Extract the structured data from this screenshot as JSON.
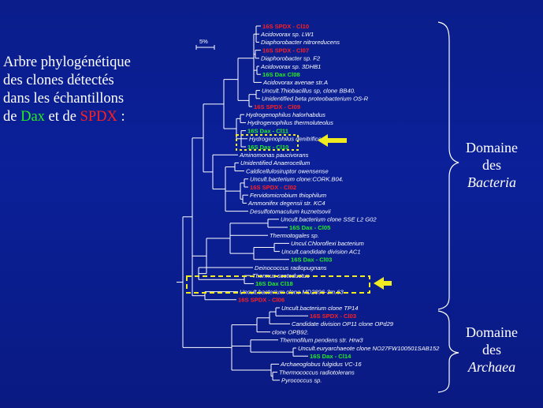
{
  "title": {
    "line1": "Arbre phylogénétique",
    "line2": "des clones détectés",
    "line3": "dans les échantillons",
    "line4_prefix": "de ",
    "line4_dax": "Dax",
    "line4_mid": " et de ",
    "line4_spdx": "SPDX",
    "line4_suffix": " :"
  },
  "scale_label": "5%",
  "domains": {
    "bacteria": {
      "line1": "Domaine",
      "line2": "des",
      "line3": "Bacteria"
    },
    "archaea": {
      "line1": "Domaine",
      "line2": "des",
      "line3": "Archaea"
    }
  },
  "colors": {
    "spdx": "#ff2020",
    "dax": "#22ee22",
    "ref": "#ffffff",
    "highlight": "#f0ea20"
  },
  "leaves": [
    {
      "label": "16S SPDX - Cl10",
      "group": "spdx"
    },
    {
      "label": "Acidovorax sp. LW1",
      "group": "ref"
    },
    {
      "label": "Diaphorobacter nitroreducens",
      "group": "ref"
    },
    {
      "label": "16S SPDX - Cl07",
      "group": "spdx"
    },
    {
      "label": "Diaphorobacter sp. F2",
      "group": "ref"
    },
    {
      "label": "Acidovorax sp. 3DHB1",
      "group": "ref"
    },
    {
      "label": "16S Dax Cl08",
      "group": "dax"
    },
    {
      "label": "Acidovorax avenae str.A",
      "group": "ref"
    },
    {
      "label": "Uncult.Thiobacillus sp, clone BB40.",
      "group": "ref"
    },
    {
      "label": "Unidentified beta proteobacterium OS-R",
      "group": "ref"
    },
    {
      "label": "16S SPDX - Cl09",
      "group": "spdx"
    },
    {
      "label": "Hydrogenophilus halorhabdus",
      "group": "ref"
    },
    {
      "label": "Hydrogenophilus thermoluteolus",
      "group": "ref"
    },
    {
      "label": "16S Dax - Cl11",
      "group": "dax"
    },
    {
      "label": "Hydrogenophilus denitrificans",
      "group": "ref"
    },
    {
      "label": "16S Dax - Cl10",
      "group": "dax"
    },
    {
      "label": "Aminomonas paucivorans",
      "group": "ref"
    },
    {
      "label": "Unidentified Anaerocellum",
      "group": "ref"
    },
    {
      "label": "Caldicellulosiruptor owensense",
      "group": "ref"
    },
    {
      "label": "Uncult.bacterium clone:CORK.B04.",
      "group": "ref"
    },
    {
      "label": "16S SPDX - Cl02",
      "group": "spdx"
    },
    {
      "label": "Fervidomicrobium thiophilum",
      "group": "ref"
    },
    {
      "label": "Ammonifex degensii str. KC4",
      "group": "ref"
    },
    {
      "label": "Desulfotomaculum kuznetsovii",
      "group": "ref"
    },
    {
      "label": "Uncult.bacterium clone SSE L2 G02",
      "group": "ref"
    },
    {
      "label": "16S Dax - Cl05",
      "group": "dax"
    },
    {
      "label": "Thermotogales sp.",
      "group": "ref"
    },
    {
      "label": "Uncul.Chloroflexi bacterium",
      "group": "ref"
    },
    {
      "label": "Uncult.candidate division AC1",
      "group": "ref"
    },
    {
      "label": "16S Dax - Cl03",
      "group": "dax"
    },
    {
      "label": "Deinococcus radiopugnans",
      "group": "ref"
    },
    {
      "label": "Thermus scotoductus",
      "group": "ref"
    },
    {
      "label": "16S Dax Cl18",
      "group": "dax"
    },
    {
      "label": "Uncult.bacterium clone MD2896-3m.63",
      "group": "ref"
    },
    {
      "label": "16S SPDX - Cl06",
      "group": "spdx"
    },
    {
      "label": "Uncult.bacterium clone TP14",
      "group": "ref"
    },
    {
      "label": "16S SPDX - Cl03",
      "group": "spdx"
    },
    {
      "label": "Candidate division OP11 clone OPd29",
      "group": "ref"
    },
    {
      "label": "clone OPB92.",
      "group": "ref"
    },
    {
      "label": "Thermofilum pendens str. Hrw3",
      "group": "ref"
    },
    {
      "label": "Uncult.euryarchaeote clone NO27FW100501SAB152",
      "group": "ref"
    },
    {
      "label": "16S Dax - Cl14",
      "group": "dax"
    },
    {
      "label": "Archaeoglobus fulgidus VC-16",
      "group": "ref"
    },
    {
      "label": "Thermococcus radiotolerans",
      "group": "ref"
    },
    {
      "label": "Pyrococcus sp.",
      "group": "ref"
    }
  ]
}
